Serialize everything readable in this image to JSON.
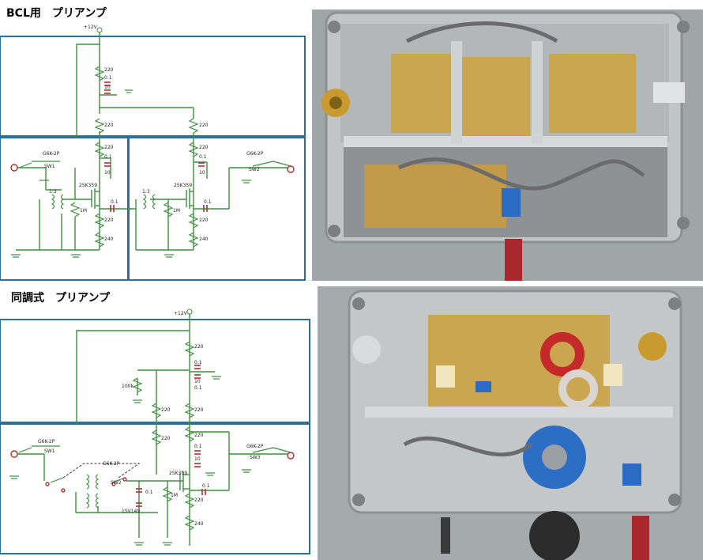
{
  "top_section": {
    "title": "BCL用　プリアンプ",
    "supply": "+12V",
    "r_220": "220",
    "c_01": "0.1",
    "c_10": "10",
    "relay": "G6K-2P",
    "sw1": "SW1",
    "sw2": "SW2",
    "transformer": "1:3",
    "fet": "2SK359",
    "r_1m": "1M",
    "r_240": "240"
  },
  "bottom_section": {
    "title": "同調式　プリアンプ",
    "supply": "+12V",
    "r_220": "220",
    "c_01": "0.1",
    "c_10": "10",
    "pot": "100k",
    "relay": "G6K-2P",
    "sw1": "SW1",
    "sw2": "SW2",
    "sw3": "SW3",
    "fet": "2SK359",
    "r_1m": "1M",
    "r_240": "240",
    "varicap": "1SV149"
  },
  "colors": {
    "frame_blue": "#2f6f94",
    "wire_green": "#3f8f3f",
    "part_red": "#b03030",
    "photo_metal": "#b7b9ba",
    "photo_board": "#c9a64f"
  }
}
